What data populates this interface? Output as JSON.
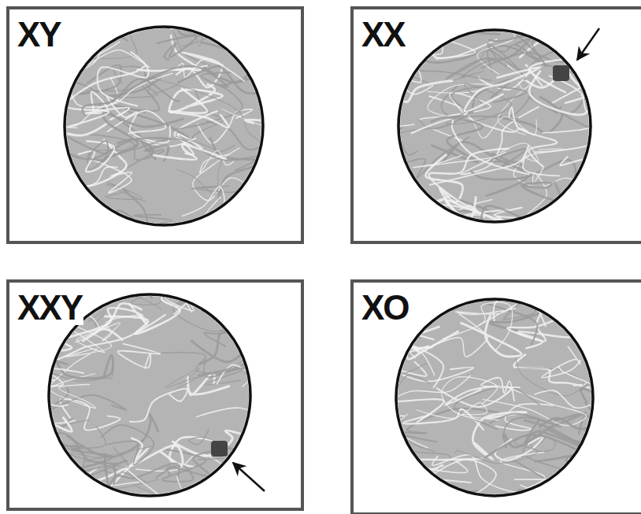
{
  "diagram": {
    "nodes": [
      {
        "text": [
          "XY"
        ]
      },
      {
        "text": [
          "XX"
        ]
      },
      {
        "text": [
          "XXY"
        ]
      },
      {
        "text": [
          "XO"
        ]
      }
    ]
  }
}
